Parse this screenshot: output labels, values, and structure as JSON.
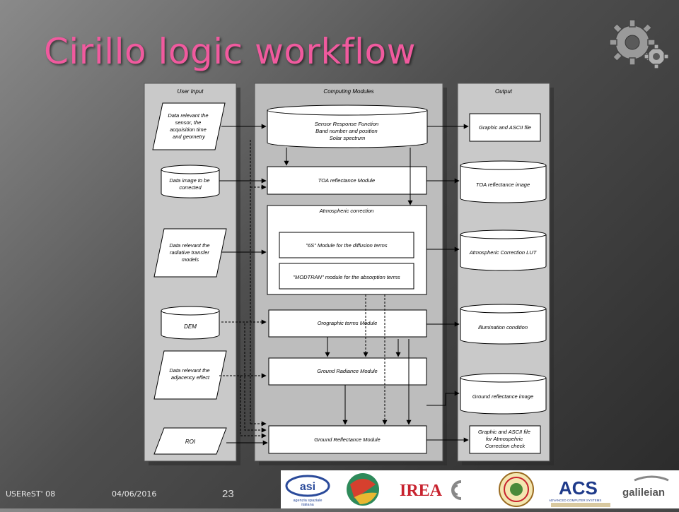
{
  "slide": {
    "title": "Cirillo logic workflow",
    "footer_left": "USEReST' 08",
    "footer_date": "04/06/2016",
    "page_number": "23"
  },
  "columns": {
    "input": "User Input",
    "computing": "Computing Modules",
    "output": "Output"
  },
  "inputs": {
    "sensor_data": [
      "Data relevant the",
      "sensor, the",
      "acquisition time",
      "and geometry"
    ],
    "image_data": [
      "Data image to be",
      "corrected"
    ],
    "radiative_data": [
      "Data relevant the",
      "radiative transfer",
      "models"
    ],
    "dem": "DEM",
    "adjacency_data": [
      "Data relevant the",
      "adjacency effect"
    ],
    "roi": "ROI"
  },
  "modules": {
    "srf": [
      "Sensor Response Function",
      "Band number and position",
      "Solar spectrum"
    ],
    "toa": "TOA reflectance Module",
    "atmospheric": "Atmospheric correction",
    "sixs": "\"6S\" Module for the diffusion terms",
    "modtran": "\"MODTRAN\" module  for the absorption terms",
    "orographic": "Orographic terms Module",
    "ground_radiance": "Ground Radiance Module",
    "ground_reflectance": "Ground Reflectance Module"
  },
  "outputs": {
    "graphic": "Graphic and ASCII file",
    "toa_image": "TOA reflectance image",
    "lut": "Atmospheric Correction LUT",
    "illumination": "Illumination condition",
    "ground_image": "Ground reflectance image",
    "check": [
      "Graphic and ASCII file",
      "for Atmospehric",
      "Correction check"
    ]
  },
  "logos": {
    "asi": [
      "agenzia spaziale",
      "italiana"
    ],
    "irea": "IREA",
    "acs": "ACS",
    "acs_sub": "ADVANCED COMPUTER SYSTEMS",
    "galileian": "galileian"
  },
  "colors": {
    "title": "#f05a9e",
    "panel": "#c9c9c9",
    "computing_panel": "#bdbdbd"
  }
}
